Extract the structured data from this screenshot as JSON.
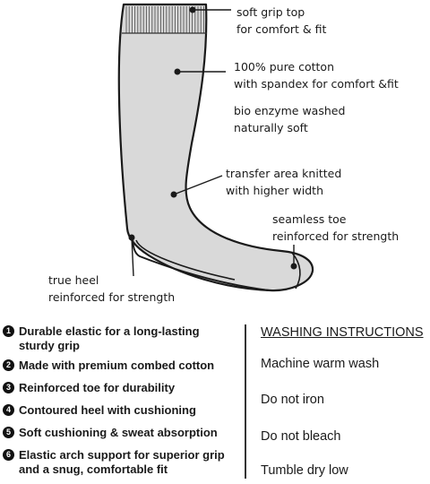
{
  "colors": {
    "sock_fill": "#d9d9d9",
    "outline": "#1a1a1a",
    "text": "#1a1a1a"
  },
  "callouts": {
    "grip": [
      "soft grip top",
      "for comfort & fit"
    ],
    "cotton": [
      "100% pure cotton",
      "with spandex for comfort &fit"
    ],
    "enzyme": [
      "bio enzyme washed",
      "naturally soft"
    ],
    "transfer": [
      "transfer area knitted",
      "with higher width"
    ],
    "toe": [
      "seamless toe",
      "reinforced for strength"
    ],
    "heel": [
      "true heel",
      "reinforced for strength"
    ]
  },
  "features": [
    {
      "icon": "1",
      "lines": [
        "Durable elastic for a long-lasting",
        "sturdy grip"
      ]
    },
    {
      "icon": "2",
      "lines": [
        "Made with premium combed cotton"
      ]
    },
    {
      "icon": "3",
      "lines": [
        "Reinforced toe for durability"
      ]
    },
    {
      "icon": "4",
      "lines": [
        "Contoured heel with cushioning"
      ]
    },
    {
      "icon": "5",
      "lines": [
        "Soft cushioning & sweat absorption"
      ]
    },
    {
      "icon": "6",
      "lines": [
        "Elastic arch support for superior grip",
        "and a snug, comfortable fit"
      ]
    }
  ],
  "washing": {
    "title": "WASHING INSTRUCTIONS",
    "items": [
      "Machine warm wash",
      "Do not iron",
      "Do not bleach",
      "Tumble dry low"
    ]
  }
}
